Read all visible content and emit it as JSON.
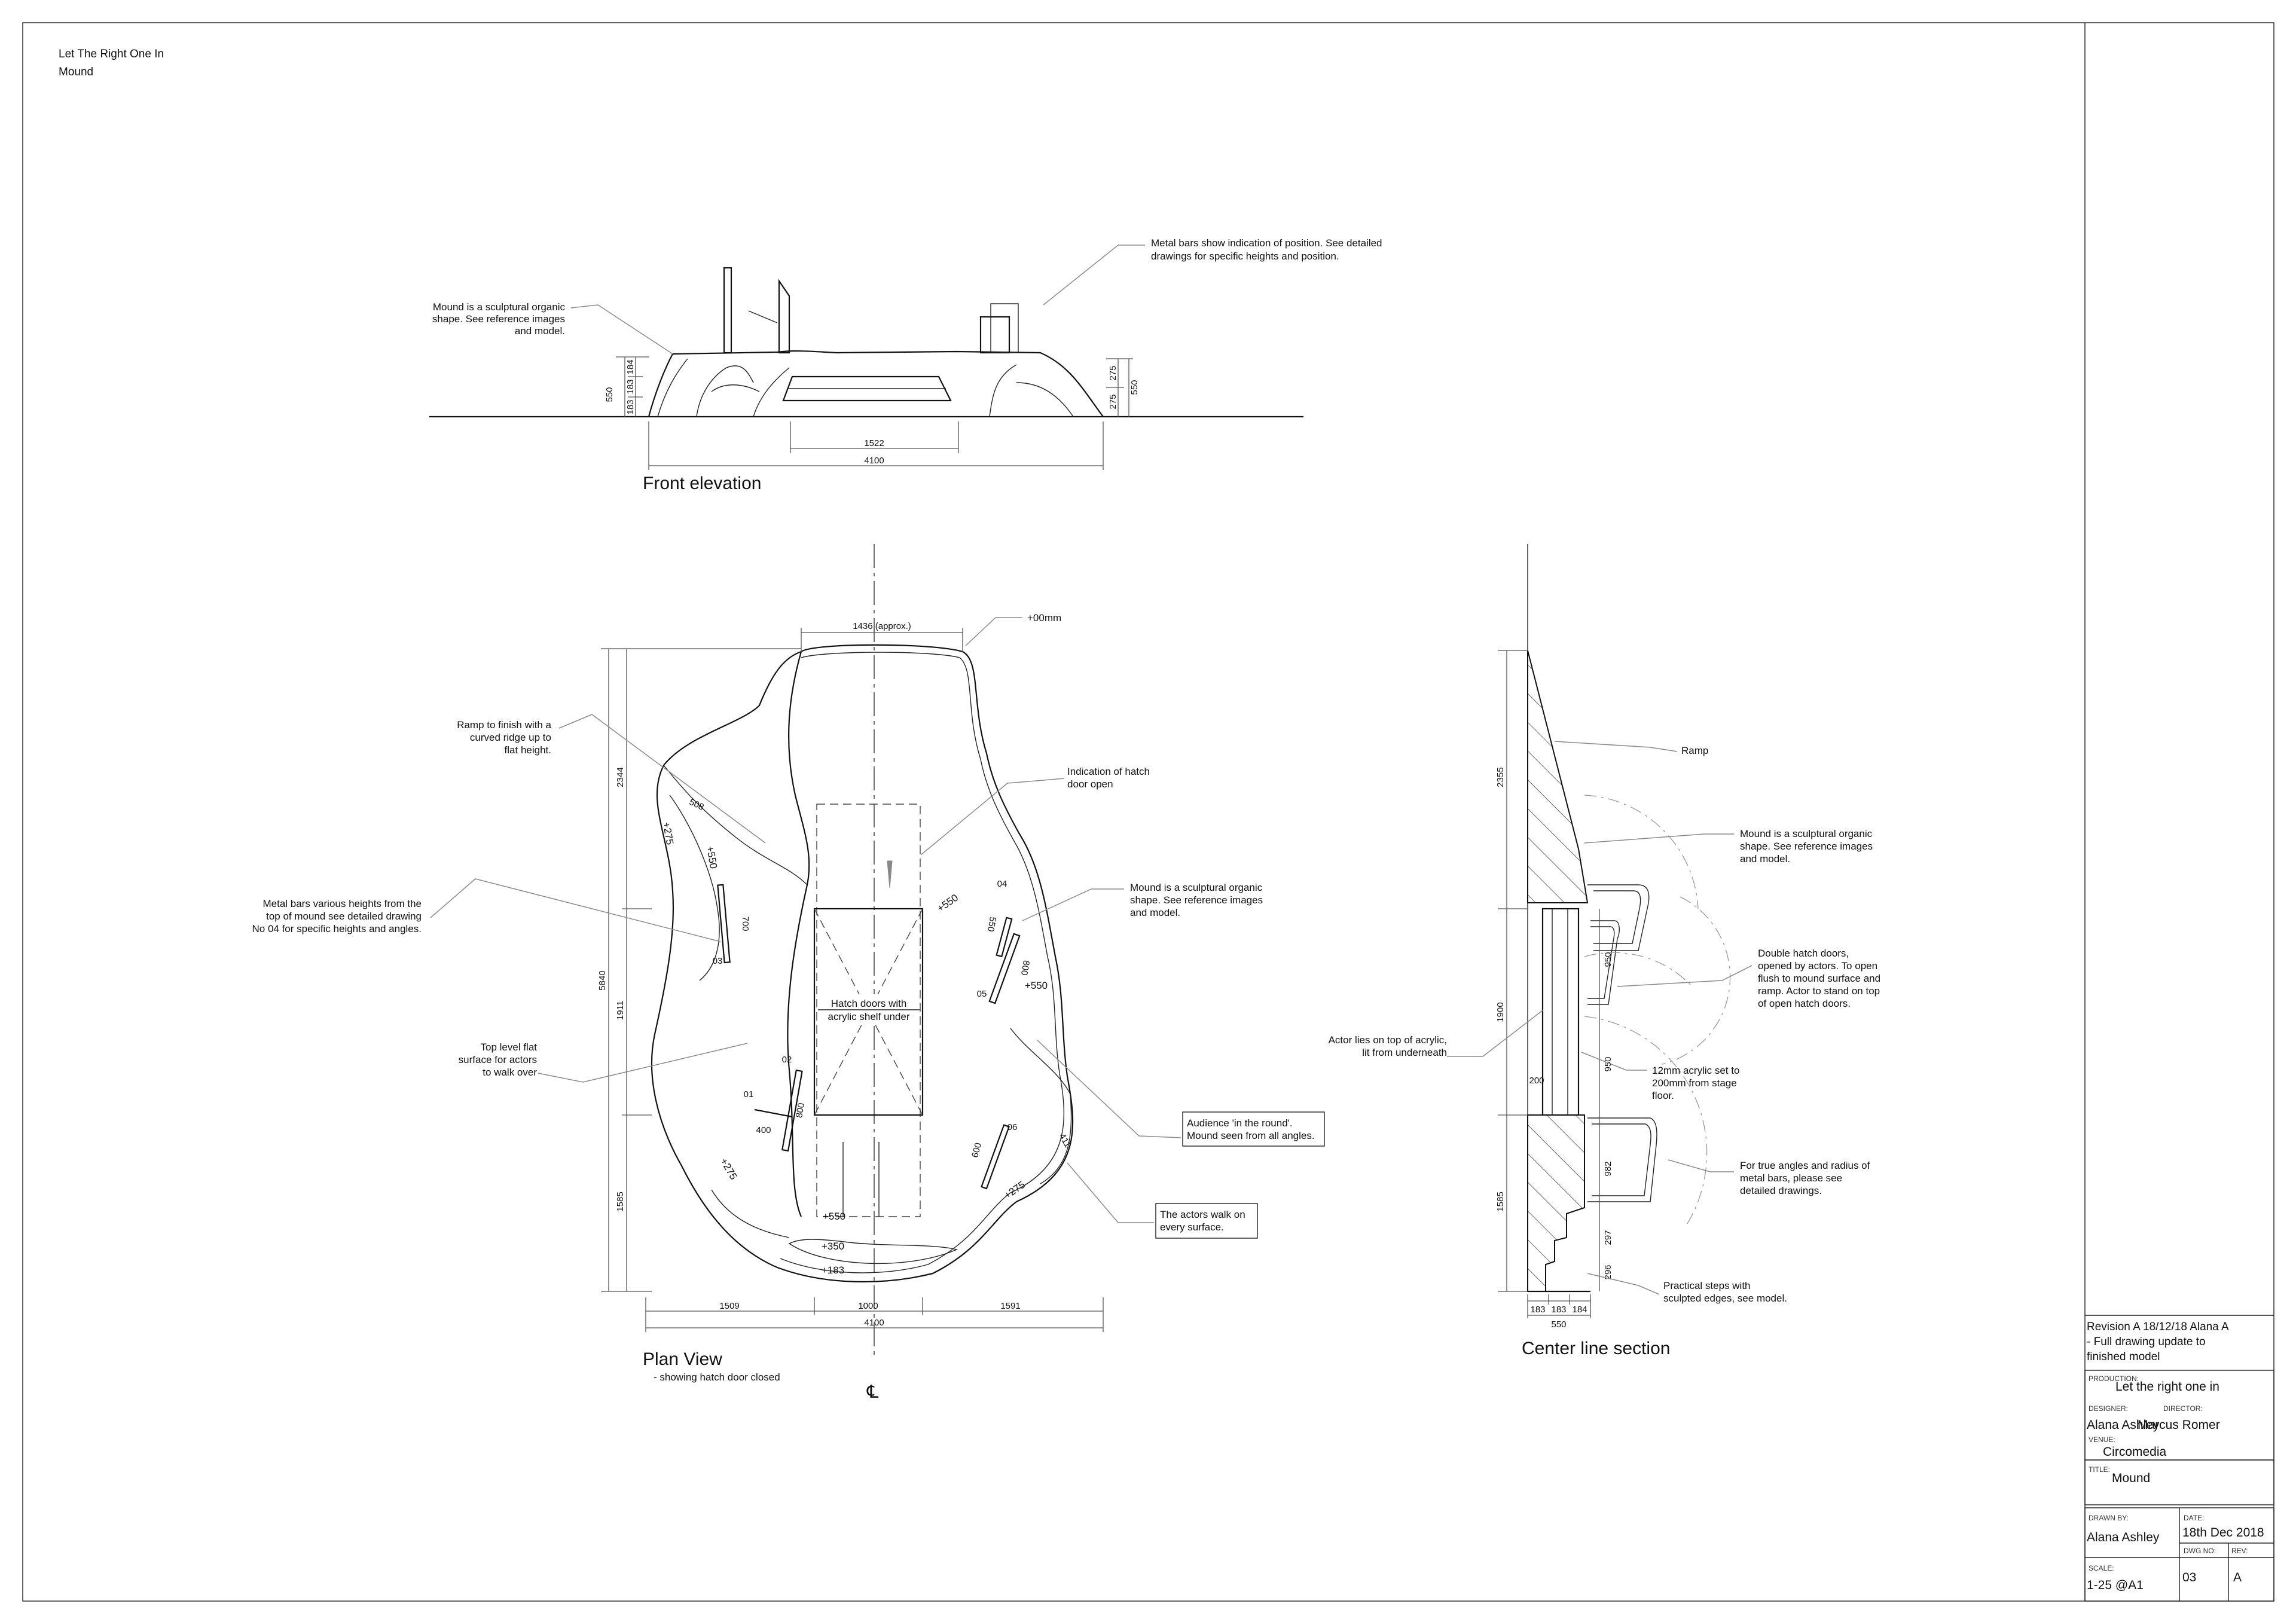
{
  "header": {
    "line1": "Let The Right One In",
    "line2": "Mound"
  },
  "views": {
    "front": {
      "title": "Front elevation"
    },
    "plan": {
      "title": "Plan View",
      "subtitle": "-  showing hatch door closed"
    },
    "section": {
      "title": "Center line section"
    }
  },
  "notes": {
    "front_mound": [
      "Mound is a sculptural organic",
      "shape. See reference images",
      "and model."
    ],
    "front_bars": [
      "Metal bars show indication of position. See detailed",
      "drawings for specific heights and position."
    ],
    "ramp": [
      "Ramp to finish with a",
      "curved ridge up to",
      "flat height."
    ],
    "metal_bars": [
      "Metal bars various heights from the",
      "top of mound see detailed drawing",
      "No 04 for specific heights and angles."
    ],
    "top_level": [
      "Top level flat",
      "surface for actors",
      "to walk over"
    ],
    "hatch_open": [
      "Indication of hatch",
      "door open"
    ],
    "plan_mound": [
      "Mound is a sculptural organic",
      "shape. See reference images",
      "and model."
    ],
    "audience": [
      "Audience 'in the round'.",
      "Mound seen from all angles."
    ],
    "actors_walk": [
      "The actors walk on",
      "every surface."
    ],
    "zero": "+00mm",
    "hatch_label": [
      "Hatch doors with",
      "acrylic shelf under"
    ],
    "sec_ramp": [
      "Ramp"
    ],
    "sec_mound": [
      "Mound is a sculptural organic",
      "shape. See reference images",
      "and model."
    ],
    "sec_actor": [
      "Actor lies on top of acrylic,",
      "lit from underneath"
    ],
    "sec_double": [
      "Double hatch doors,",
      "opened by actors. To open",
      "flush to mound surface and",
      "ramp. Actor to stand on top",
      "of open hatch doors."
    ],
    "sec_acrylic": [
      "12mm acrylic set to",
      "200mm from stage",
      "floor."
    ],
    "sec_angles": [
      "For true angles and radius of",
      "metal bars, please see",
      "detailed drawings."
    ],
    "sec_steps": [
      "Practical steps with",
      "sculpted edges, see model."
    ]
  },
  "dims": {
    "front": {
      "h550_left": "550",
      "h183_a": "183",
      "h183_b": "183",
      "h184": "184",
      "h275_a": "275",
      "h275_b": "275",
      "h550_right": "550",
      "w1522": "1522",
      "w4100": "4100"
    },
    "plan": {
      "w1436": "1436 (approx.)",
      "v2344": "2344",
      "v5840": "5840",
      "v1911": "1911",
      "v1585": "1585",
      "b1509": "1509",
      "b1000": "1000",
      "b1591": "1591",
      "b4100": "4100"
    },
    "bars": {
      "b700": "700",
      "b03": "03",
      "b550": "550",
      "b04": "04",
      "b800a": "800",
      "b05": "05",
      "b400": "400",
      "b01": "01",
      "b02": "02",
      "b800b": "800",
      "b600": "600",
      "b06": "06",
      "r508": "508",
      "r411": "411"
    },
    "levels": {
      "p275a": "+275",
      "p550a": "+550",
      "p550b": "+550",
      "p550c": "+550",
      "p275b": "+275",
      "p275c": "+275",
      "p550d": "+550",
      "p350": "+350",
      "p183": "+183"
    },
    "section": {
      "v2355": "2355",
      "v1900": "1900",
      "v1585": "1585",
      "h950a": "950",
      "h950b": "950",
      "h982": "982",
      "h297": "297",
      "h296": "296",
      "h200": "200",
      "w183a": "183",
      "w183b": "183",
      "w184": "184",
      "w550": "550"
    },
    "centerline": "℄"
  },
  "title_block": {
    "revision": [
      "Revision A 18/12/18 Alana A",
      " - Full drawing update to",
      "   finished model"
    ],
    "production_label": "PRODUCTION:",
    "production": "Let the right one in",
    "designer_label": "DESIGNER:",
    "designer": "Alana Ashley",
    "director_label": "DIRECTOR:",
    "director": "Marcus Romer",
    "venue_label": "VENUE:",
    "venue": "Circomedia",
    "title_label": "TITLE:",
    "title": "Mound",
    "drawn_label": "DRAWN BY:",
    "drawn_by": "Alana Ashley",
    "date_label": "DATE:",
    "date": "18th Dec 2018",
    "scale_label": "SCALE:",
    "scale": "1-25 @A1",
    "dwg_label": "DWG NO:",
    "dwg_no": "03",
    "rev_label": "REV:",
    "rev": "A"
  }
}
